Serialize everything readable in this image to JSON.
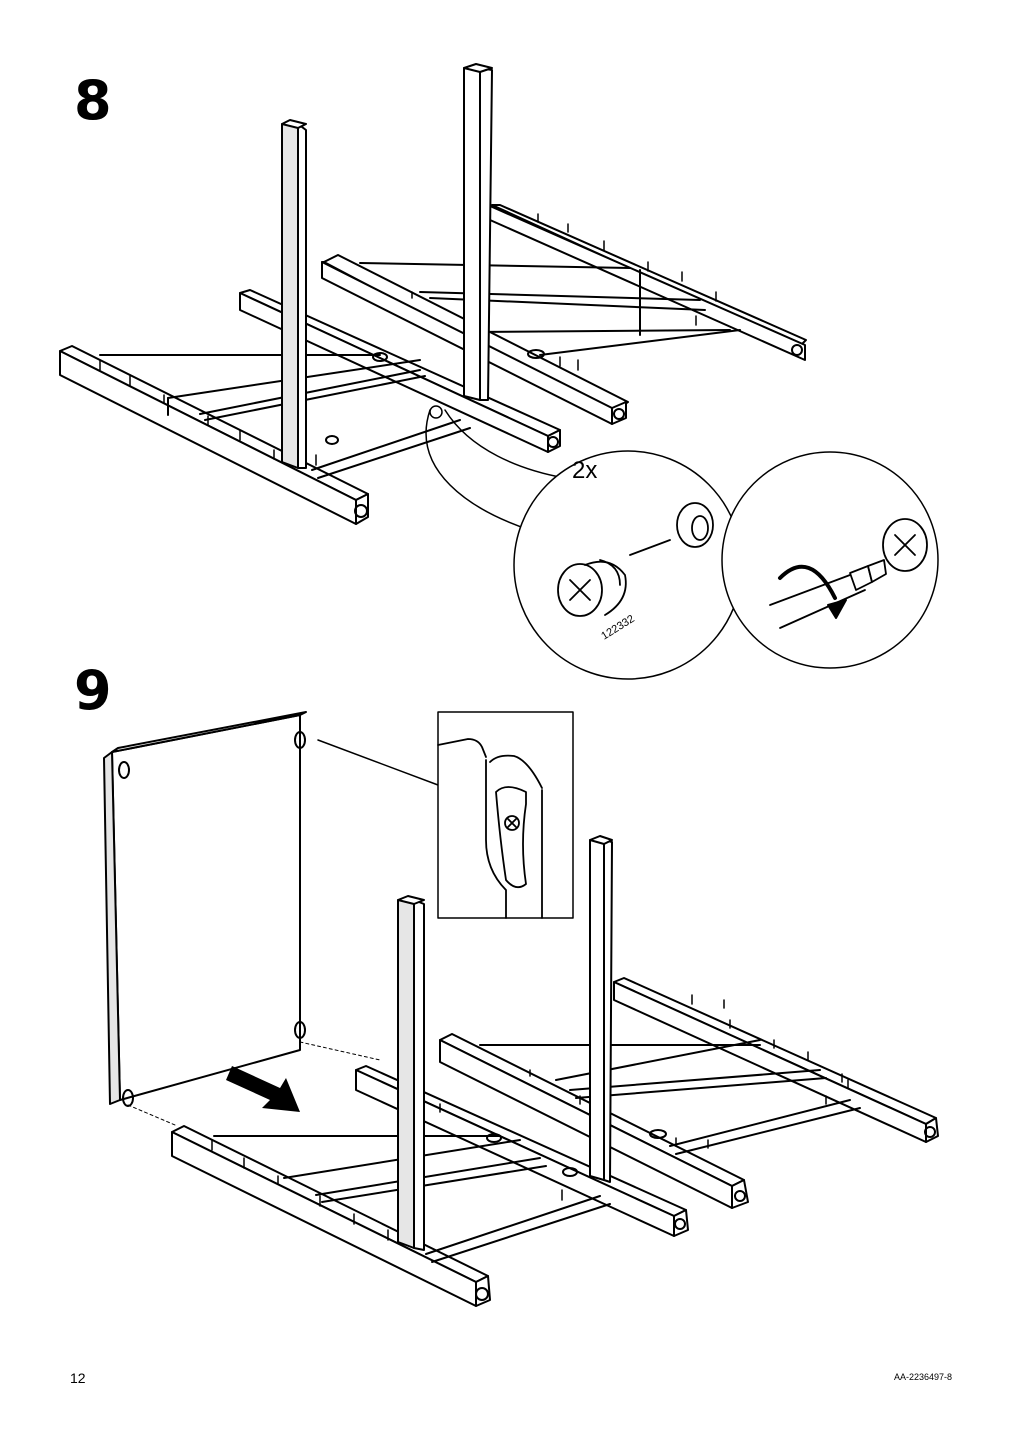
{
  "steps": {
    "step8": {
      "number": "8",
      "quantity_label": "2x",
      "part_number": "122332"
    },
    "step9": {
      "number": "9"
    }
  },
  "footer": {
    "page_number": "12",
    "document_code": "AA-2236497-8"
  }
}
